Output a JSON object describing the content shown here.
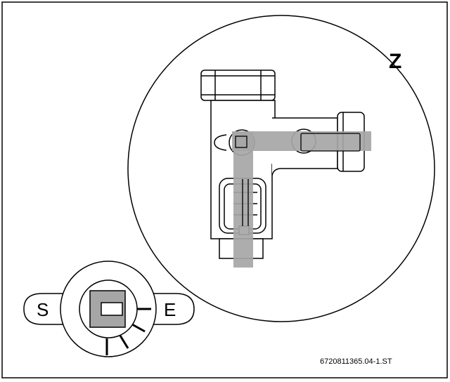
{
  "detail_label": "Z",
  "dial": {
    "left_label": "S",
    "right_label": "E"
  },
  "reference_code": "6720811365.04-1.ST",
  "colors": {
    "line": "#000000",
    "highlight": "#a6a6a6",
    "background": "#ffffff"
  }
}
